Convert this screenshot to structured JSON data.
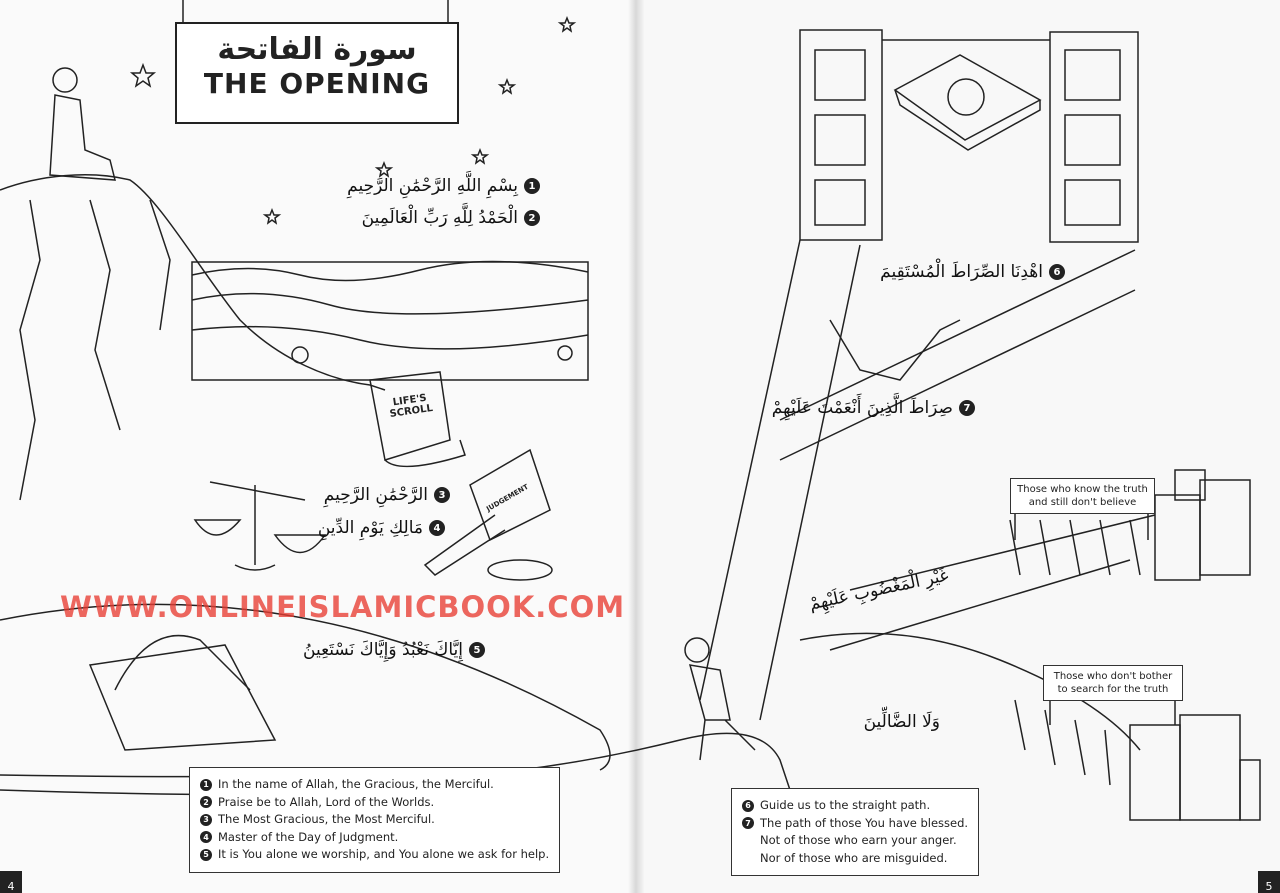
{
  "title": {
    "arabic": "سورة الفاتحة",
    "english": "THE OPENING"
  },
  "verses_arabic": [
    {
      "num": "1",
      "text": "بِسْمِ اللَّهِ الرَّحْمَٰنِ الرَّحِيمِ"
    },
    {
      "num": "2",
      "text": "الْحَمْدُ لِلَّهِ رَبِّ الْعَالَمِينَ"
    },
    {
      "num": "3",
      "text": "الرَّحْمَٰنِ الرَّحِيمِ"
    },
    {
      "num": "4",
      "text": "مَالِكِ يَوْمِ الدِّينِ"
    },
    {
      "num": "5",
      "text": "إِيَّاكَ نَعْبُدُ وَإِيَّاكَ نَسْتَعِينُ"
    },
    {
      "num": "6",
      "text": "اهْدِنَا الصِّرَاطَ الْمُسْتَقِيمَ"
    },
    {
      "num": "7",
      "text": "صِرَاطَ الَّذِينَ أَنْعَمْتَ عَلَيْهِمْ"
    },
    {
      "num": "",
      "text": "غَيْرِ الْمَغْضُوبِ عَلَيْهِمْ"
    },
    {
      "num": "",
      "text": "وَلَا الضَّالِّينَ"
    }
  ],
  "translation_left": [
    {
      "num": "1",
      "text": "In the name of Allah, the Gracious, the Merciful."
    },
    {
      "num": "2",
      "text": "Praise be to Allah, Lord of the Worlds."
    },
    {
      "num": "3",
      "text": "The Most Gracious, the Most Merciful."
    },
    {
      "num": "4",
      "text": "Master of the Day of Judgment."
    },
    {
      "num": "5",
      "text": "It is You alone we worship, and You alone we ask for help."
    }
  ],
  "translation_right": [
    {
      "num": "6",
      "text": "Guide us to the straight path."
    },
    {
      "num": "7",
      "text": "The path of those You have blessed."
    },
    {
      "num": "",
      "text": "Not of those who earn your anger."
    },
    {
      "num": "",
      "text": "Nor of those who are misguided."
    }
  ],
  "illustration_labels": {
    "scroll": "LIFE'S SCROLL",
    "gavel": "JUDGEMENT"
  },
  "signs": {
    "anger": "Those who know the truth and still don't believe",
    "misguided": "Those who don't bother to search for the truth"
  },
  "watermark": "WWW.ONLINEISLAMICBOOK.COM",
  "page_numbers": {
    "left": "4",
    "right": "5"
  }
}
